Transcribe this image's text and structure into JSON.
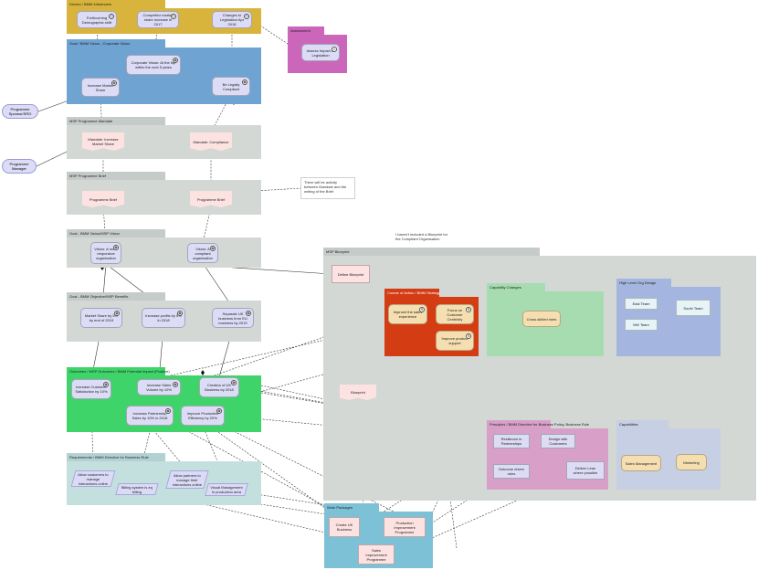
{
  "groups": {
    "drivers": "Drivers / BMM Influencers",
    "assessment": "Assessment",
    "goal_corporate": "Goal / BMM Vision - Corporate Vision",
    "mandate": "MSP Programme Mandate",
    "brief": "MSP Programme Brief",
    "goal_msp_vision": "Goal - BMM Vision/MSP Vision",
    "goal_benefits": "Goal - BMM Objective/MSP Benefits",
    "outcomes": "Outcomes / MSP Outcomes / BMM Potential Impact (Positive)",
    "requirements": "Requirements / BMM Directive for Business Rule",
    "blueprint": "MSP Blueprint",
    "course_of_action": "Course of Action / BMM Strategy",
    "capability_changes": "Capability Changes",
    "hl_org_design": "High Level Org Design",
    "principles": "Principles / BMM Directive for Business Policy, Business Rule",
    "capabilities": "Capabilities",
    "work_packages": "Work Packages"
  },
  "nodes": {
    "drivers": [
      "Forthcoming Demographic shift",
      "Competitor market share increase in 2017",
      "Changes to Legislation Apr 2018"
    ],
    "assess": "Assess Impact of Legislation",
    "corp": [
      "Corporate Vision: At the top within the next 5 years",
      "Increase Market Share",
      "Be Legally Compliant"
    ],
    "actors": [
      "Programme Sponsor/SRO",
      "Programme Manager"
    ],
    "mandates": [
      "Mandate: Increase Market Share",
      "Mandate: Compliance"
    ],
    "briefs": [
      "Programme Brief",
      "Programme Brief"
    ],
    "visions": [
      "Vision: A more responsive organisation",
      "Vision: A compliant organisation"
    ],
    "benefits": [
      "Market Share by 5% by end of 2019",
      "Increase profits by 5% in 2018",
      "Separate UK business from EU business by 2019"
    ],
    "outcomes": [
      "Increase Customer Satisfaction by 10%",
      "Increase Sales Volume by 10%",
      "Creation of UK Business by 2018",
      "Increase Partnership Sales by 10% in 2018",
      "Improve Productive Efficiency by 20%"
    ],
    "requirements": [
      "Allow customers to manage interactions online",
      "Billing system is eq billing",
      "Allow partners to manage their interactions online",
      "Visual Management in production area"
    ],
    "notes": [
      "There will be activity between Mandate and the writing of the Brief",
      "I haven't included a Blueprint for the Compliant Organisation"
    ],
    "define_blueprint": "Define Blueprint",
    "blueprint_doc": "Blueprint",
    "coa": [
      "Improve the sales experience",
      "Focus on Customer Centricity",
      "Improve product support"
    ],
    "cross_skilled": "Cross-skilled roles",
    "teams": [
      "East Team",
      "South Team",
      "NW Team"
    ],
    "principles": [
      "Resilience in Partnerships",
      "Design with Customers",
      "Outcome driven roles",
      "Deliver Lean where possible"
    ],
    "capabilities": [
      "Sales Management",
      "Marketing"
    ],
    "work_packages": [
      "Create UK Business",
      "Production Improvement Programme",
      "Sales Improvement Programme"
    ]
  },
  "colors": {
    "drivers": "#d8b43c",
    "assessment": "#cc66bb",
    "vision_blue": "#6fa3d2",
    "grey": "#d3d8d5",
    "outcomes_green": "#3fd46a",
    "req_teal": "#c3e0df",
    "coa_red": "#d43c14",
    "cap_changes": "#a6dcb0",
    "org_blue": "#a4b6e0",
    "principles_pink": "#d8a0c8",
    "capabilities": "#c7cfe4",
    "work_packages": "#7cc1d6",
    "node_lavender": "#dcdcf6",
    "node_pink": "#fde2e2",
    "node_tan": "#f5deb0"
  }
}
